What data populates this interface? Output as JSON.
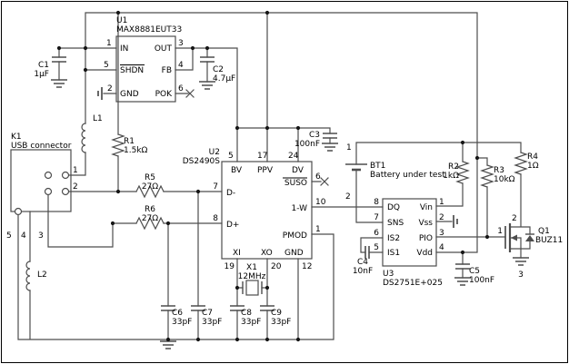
{
  "colors": {
    "background": "#ffffff",
    "wire": "#4d4d4d",
    "text": "#000000"
  },
  "u1": {
    "ref": "U1",
    "part": "MAX8881EUT33",
    "pins": {
      "in": "IN",
      "shdn": "SHDN",
      "gnd": "GND",
      "out": "OUT",
      "fb": "FB",
      "pok": "POK"
    },
    "nums": {
      "in": "1",
      "shdn": "5",
      "gnd": "2",
      "out": "3",
      "fb": "4",
      "pok": "6"
    }
  },
  "u2": {
    "ref": "U2",
    "part": "DS2490S",
    "pins": {
      "bv": "BV",
      "ppv": "PPV",
      "dv": "DV",
      "dm": "D-",
      "dp": "D+",
      "suso": "SUSO",
      "ow": "1-W",
      "pmod": "PMOD",
      "xi": "XI",
      "xo": "XO",
      "gnd": "GND"
    },
    "nums": {
      "bv": "5",
      "ppv": "17",
      "dv": "24",
      "dm": "7",
      "dp": "8",
      "suso": "6",
      "ow": "10",
      "pmod": "1",
      "xi": "19",
      "xo": "20",
      "gnd": "12"
    }
  },
  "u3": {
    "ref": "U3",
    "part": "DS2751E+025",
    "pins": {
      "dq": "DQ",
      "sns": "SNS",
      "is2": "IS2",
      "is1": "IS1",
      "vin": "Vin",
      "vss": "Vss",
      "pio": "PIO",
      "vdd": "Vdd"
    },
    "nums": {
      "dq": "8",
      "sns": "7",
      "is2": "6",
      "is1": "5",
      "vin": "1",
      "vss": "2",
      "pio": "3",
      "vdd": "4"
    }
  },
  "k1": {
    "ref": "K1",
    "desc": "USB connector",
    "nums": {
      "p1": "1",
      "p2": "2",
      "p3": "3",
      "p4": "4",
      "p5": "5"
    }
  },
  "bt1": {
    "ref": "BT1",
    "desc": "Battery under test",
    "nums": {
      "p1": "1",
      "p2": "2"
    }
  },
  "q1": {
    "ref": "Q1",
    "part": "BUZ11",
    "nums": {
      "gate": "1",
      "drain": "2",
      "source": "3"
    }
  },
  "x1": {
    "ref": "X1",
    "value": "12MHz"
  },
  "resistors": {
    "r1": {
      "ref": "R1",
      "value": "1.5kΩ"
    },
    "r2": {
      "ref": "R2",
      "value": "1kΩ"
    },
    "r3": {
      "ref": "R3",
      "value": "10kΩ"
    },
    "r4": {
      "ref": "R4",
      "value": "1Ω"
    },
    "r5": {
      "ref": "R5",
      "value": "27Ω"
    },
    "r6": {
      "ref": "R6",
      "value": "27Ω"
    }
  },
  "capacitors": {
    "c1": {
      "ref": "C1",
      "value": "1µF"
    },
    "c2": {
      "ref": "C2",
      "value": "4.7µF"
    },
    "c3": {
      "ref": "C3",
      "value": "100nF"
    },
    "c4": {
      "ref": "C4",
      "value": "10nF"
    },
    "c5": {
      "ref": "C5",
      "value": "100nF"
    },
    "c6": {
      "ref": "C6",
      "value": "33pF"
    },
    "c7": {
      "ref": "C7",
      "value": "33pF"
    },
    "c8": {
      "ref": "C8",
      "value": "33pF"
    },
    "c9": {
      "ref": "C9",
      "value": "33pF"
    }
  },
  "inductors": {
    "l1": {
      "ref": "L1"
    },
    "l2": {
      "ref": "L2"
    }
  }
}
